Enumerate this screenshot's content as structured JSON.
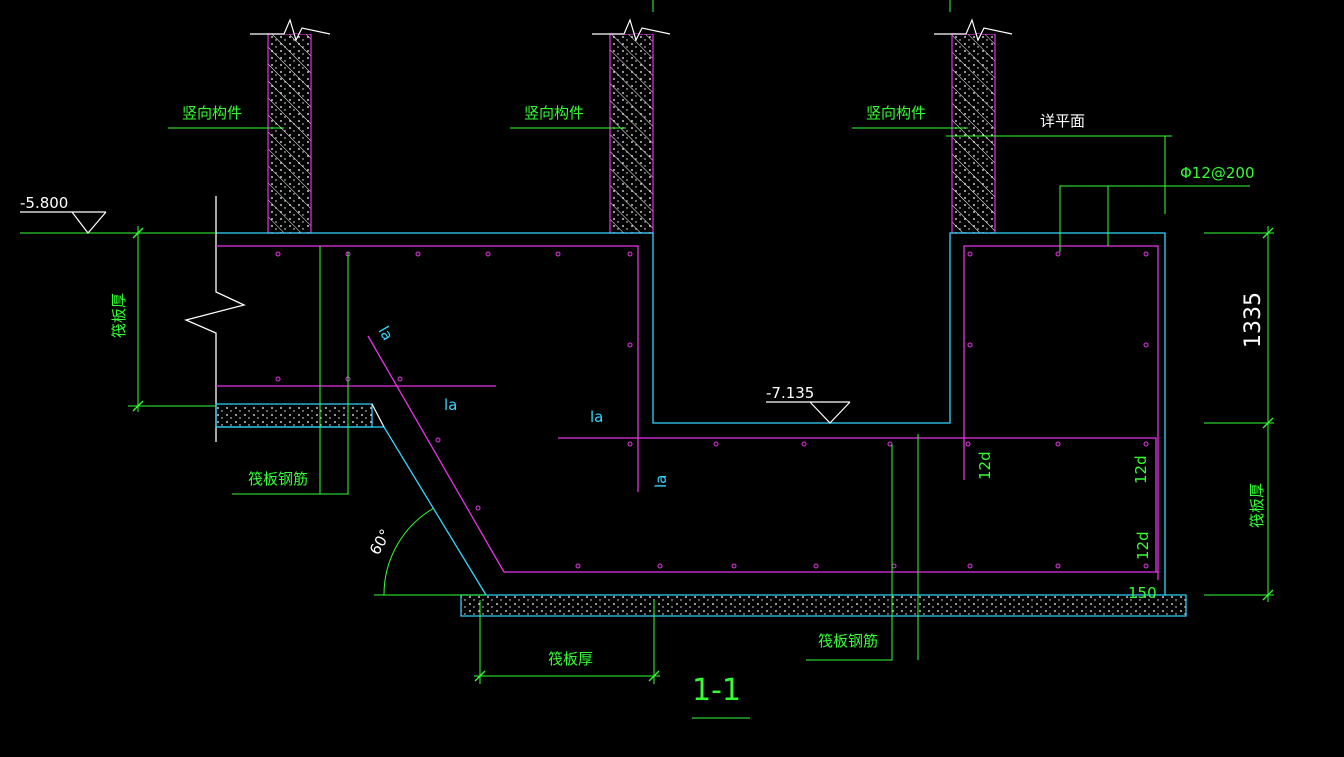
{
  "labels": {
    "vertical_member_1": "竖向构件",
    "vertical_member_2": "竖向构件",
    "vertical_member_3": "竖向构件",
    "detail_plan": "详平面",
    "rebar_spec": "Φ12@200",
    "elev_top": "-5.800",
    "elev_pit": "-7.135",
    "raft_thickness_left": "筏板厚",
    "raft_thickness_right": "筏板厚",
    "raft_thickness_bottom": "筏板厚",
    "raft_rebar_left": "筏板钢筋",
    "raft_rebar_bottom": "筏板钢筋",
    "dim_1335": "1335",
    "dim_150": "150",
    "angle_60": "60°",
    "la_1": "la",
    "la_2": "la",
    "la_3": "la",
    "la_4": "la",
    "d12_1": "12d",
    "d12_2": "12d",
    "d12_3": "12d",
    "section_title": "1-1"
  },
  "colors": {
    "background": "#000000",
    "concrete_outline": "#ffffff",
    "structure_outline": "#33d6ff",
    "rebar": "#e633e6",
    "dimension": "#33ff33",
    "text_green": "#33ff33"
  }
}
